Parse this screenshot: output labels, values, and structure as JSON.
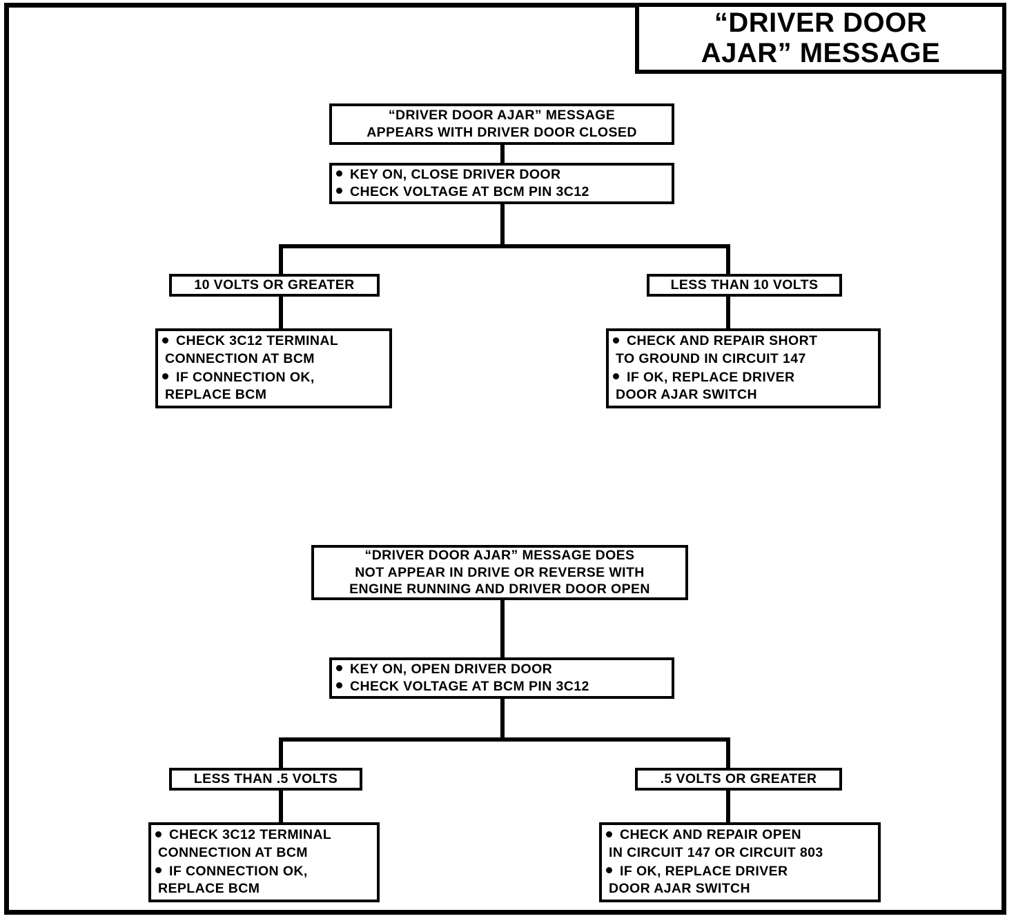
{
  "title": {
    "line1": "“DRIVER DOOR",
    "line2": "AJAR” MESSAGE"
  },
  "chart_data": {
    "type": "diagram",
    "title": "“DRIVER DOOR AJAR” MESSAGE",
    "diagram_kind": "troubleshooting-flowchart",
    "flowcharts": [
      {
        "id": "flow-1",
        "start": [
          "“DRIVER DOOR AJAR” MESSAGE",
          "APPEARS WITH DRIVER DOOR CLOSED"
        ],
        "test": [
          "KEY ON, CLOSE DRIVER DOOR",
          "CHECK VOLTAGE AT BCM PIN 3C12"
        ],
        "branches": [
          {
            "condition": "10 VOLTS OR GREATER",
            "actions": [
              [
                "CHECK 3C12 TERMINAL",
                "CONNECTION AT BCM"
              ],
              [
                "IF CONNECTION OK,",
                "REPLACE BCM"
              ]
            ]
          },
          {
            "condition": "LESS THAN 10 VOLTS",
            "actions": [
              [
                "CHECK AND REPAIR SHORT",
                "TO GROUND IN CIRCUIT 147"
              ],
              [
                "IF OK, REPLACE DRIVER",
                "DOOR AJAR SWITCH"
              ]
            ]
          }
        ]
      },
      {
        "id": "flow-2",
        "start": [
          "“DRIVER DOOR AJAR” MESSAGE DOES",
          "NOT APPEAR IN DRIVE OR REVERSE WITH",
          "ENGINE RUNNING AND DRIVER DOOR OPEN"
        ],
        "test": [
          "KEY ON, OPEN DRIVER DOOR",
          "CHECK VOLTAGE AT BCM PIN 3C12"
        ],
        "branches": [
          {
            "condition": "LESS THAN .5 VOLTS",
            "actions": [
              [
                "CHECK 3C12 TERMINAL",
                "CONNECTION AT BCM"
              ],
              [
                "IF CONNECTION OK,",
                "REPLACE BCM"
              ]
            ]
          },
          {
            "condition": ".5 VOLTS OR GREATER",
            "actions": [
              [
                "CHECK AND REPAIR OPEN",
                "IN CIRCUIT 147 OR CIRCUIT 803"
              ],
              [
                "IF OK, REPLACE DRIVER",
                "DOOR AJAR SWITCH"
              ]
            ]
          }
        ]
      }
    ],
    "colors": {
      "ink": "#000000",
      "paper": "#ffffff"
    }
  },
  "flow1": {
    "start_l1": "“DRIVER DOOR AJAR” MESSAGE",
    "start_l2": "APPEARS WITH DRIVER DOOR CLOSED",
    "test_b1": "KEY ON, CLOSE DRIVER DOOR",
    "test_b2": "CHECK VOLTAGE AT BCM PIN 3C12",
    "cond_left": "10 VOLTS OR GREATER",
    "cond_right": "LESS THAN 10 VOLTS",
    "act_left_b1_l1": "CHECK 3C12 TERMINAL",
    "act_left_b1_l2": "CONNECTION AT BCM",
    "act_left_b2_l1": "IF CONNECTION OK,",
    "act_left_b2_l2": "REPLACE BCM",
    "act_right_b1_l1": "CHECK AND REPAIR SHORT",
    "act_right_b1_l2": "TO GROUND IN CIRCUIT 147",
    "act_right_b2_l1": "IF OK, REPLACE DRIVER",
    "act_right_b2_l2": "DOOR AJAR SWITCH"
  },
  "flow2": {
    "start_l1": "“DRIVER DOOR AJAR” MESSAGE DOES",
    "start_l2": "NOT APPEAR IN DRIVE OR REVERSE WITH",
    "start_l3": "ENGINE RUNNING AND DRIVER DOOR OPEN",
    "test_b1": "KEY ON, OPEN DRIVER DOOR",
    "test_b2": "CHECK VOLTAGE AT BCM PIN 3C12",
    "cond_left": "LESS THAN .5 VOLTS",
    "cond_right": ".5 VOLTS OR GREATER",
    "act_left_b1_l1": "CHECK 3C12 TERMINAL",
    "act_left_b1_l2": "CONNECTION AT BCM",
    "act_left_b2_l1": "IF CONNECTION OK,",
    "act_left_b2_l2": "REPLACE BCM",
    "act_right_b1_l1": "CHECK AND REPAIR OPEN",
    "act_right_b1_l2": "IN CIRCUIT 147 OR CIRCUIT 803",
    "act_right_b2_l1": "IF OK, REPLACE DRIVER",
    "act_right_b2_l2": "DOOR AJAR SWITCH"
  }
}
